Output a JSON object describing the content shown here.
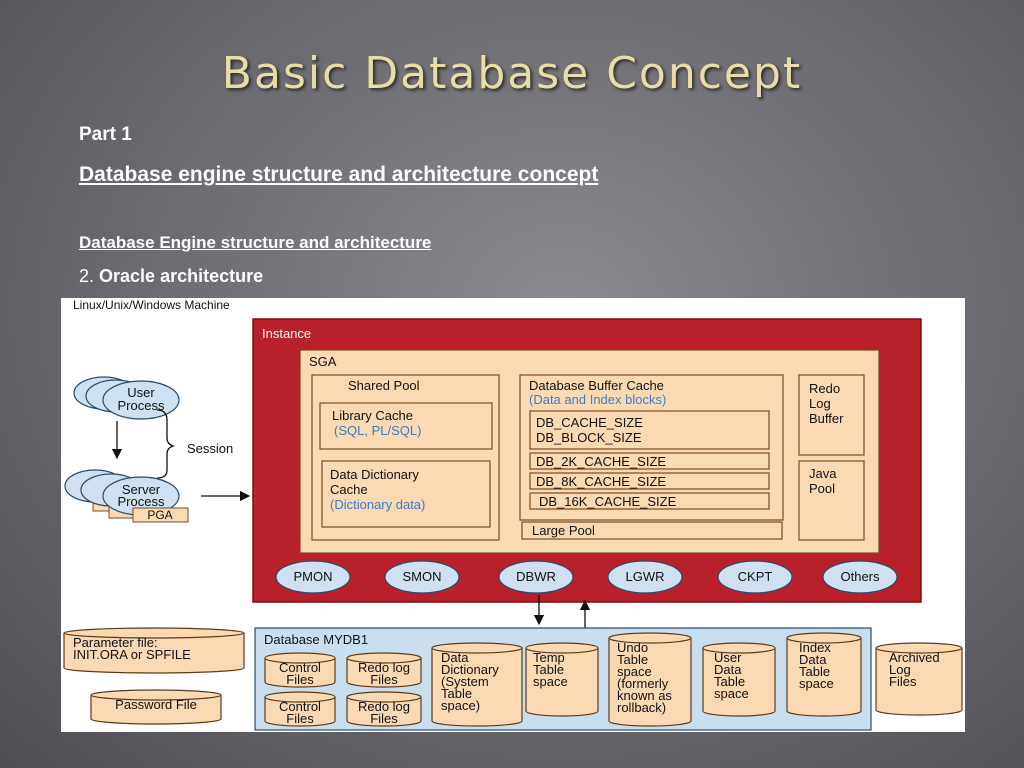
{
  "slide": {
    "title": "Basic Database Concept",
    "part": "Part 1",
    "subtitle": "Database engine structure and architecture concept",
    "section": "Database Engine structure and architecture",
    "item_number": "2.",
    "item_label": "Oracle architecture"
  },
  "diagram": {
    "machine_label": "Linux/Unix/Windows Machine",
    "user_process": [
      "User",
      "Process"
    ],
    "server_process": [
      "Server",
      "Process"
    ],
    "pga": "PGA",
    "session": "Session",
    "instance": "Instance",
    "sga": "SGA",
    "shared_pool": "Shared Pool",
    "library_cache": "Library Cache",
    "library_cache_sub": "(SQL, PL/SQL)",
    "data_dictionary_cache": [
      "Data Dictionary",
      "Cache"
    ],
    "data_dictionary_cache_sub": "(Dictionary data)",
    "buffer_cache": "Database Buffer Cache",
    "buffer_cache_sub": "(Data and Index blocks)",
    "cache_size": "DB_CACHE_SIZE",
    "block_size": "DB_BLOCK_SIZE",
    "cache_2k": "DB_2K_CACHE_SIZE",
    "cache_8k": "DB_8K_CACHE_SIZE",
    "cache_16k": "DB_16K_CACHE_SIZE",
    "large_pool": "Large Pool",
    "redo_log_buffer": [
      "Redo",
      "Log",
      "Buffer"
    ],
    "java_pool": [
      "Java",
      "Pool"
    ],
    "processes": [
      "PMON",
      "SMON",
      "DBWR",
      "LGWR",
      "CKPT",
      "Others"
    ],
    "parameter_file": [
      "Parameter file:",
      "INIT.ORA or SPFILE"
    ],
    "password_file": "Password File",
    "database_label": "Database MYDB1",
    "control_files": [
      "Control",
      "Files"
    ],
    "redo_log_files": [
      "Redo log",
      "Files"
    ],
    "dd_tablespace": [
      "Data",
      "Dictionary",
      "(System",
      "Table",
      "space)"
    ],
    "temp_tablespace": [
      "Temp",
      "Table",
      "space"
    ],
    "undo_tablespace": [
      "Undo",
      "Table",
      "space",
      "(formerly",
      "known as",
      "rollback)"
    ],
    "user_tablespace": [
      "User",
      "Data",
      "Table",
      "space"
    ],
    "index_tablespace": [
      "Index",
      "Data",
      "Table",
      "space"
    ],
    "archived_log": [
      "Archived",
      "Log",
      "Files"
    ]
  },
  "colors": {
    "instance_red": "#b8202a",
    "peach": "#fbd9b3",
    "db_blue": "#c9dff0",
    "link_blue": "#3a7fc4",
    "oval_blue": "#cfe0f0",
    "title_gold": "#e9dca6"
  }
}
